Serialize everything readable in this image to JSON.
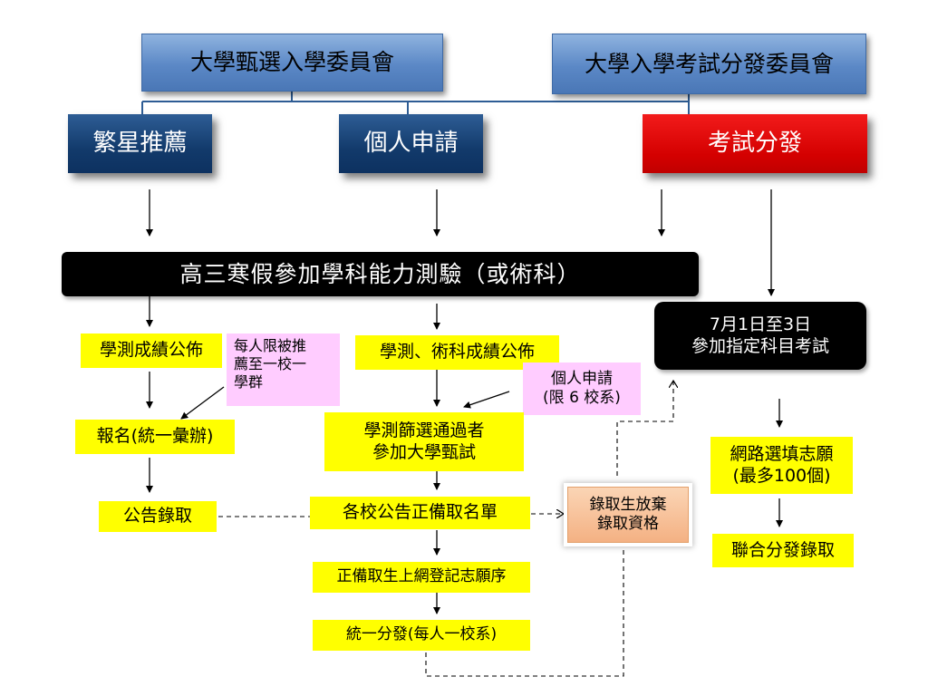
{
  "committees": {
    "selection": "大學甄選入學委員會",
    "exam_distribution": "大學入學考試分發委員會"
  },
  "routes": {
    "star": "繁星推薦",
    "personal": "個人申請",
    "exam": "考試分發"
  },
  "gsat_exam": "高三寒假參加學科能力測驗（或術科）",
  "star_flow": {
    "score_announce": "學測成績公佈",
    "note": "每人限被推\n薦至一校一\n學群",
    "register": "報名(統一彙辦)",
    "admission": "公告錄取"
  },
  "personal_flow": {
    "score_announce": "學測、術科成績公佈",
    "note": "個人申請\n(限 6 校系)",
    "screening": "學測篩選通過者\n參加大學甄試",
    "list_announce": "各校公告正備取名單",
    "register_order": "正備取生上網登記志願序",
    "distribution": "統一分發(每人一校系)"
  },
  "give_up": "錄取生放棄\n錄取資格",
  "exam_flow": {
    "designated_exam": "7月1日至3日\n參加指定科目考試",
    "online_choice": "網路選填志願\n(最多100個)",
    "joint_admission": "聯合分發錄取"
  },
  "colors": {
    "committee": "#5b88c6",
    "route_blue": "#123a6b",
    "route_red": "#d40000",
    "highlight_yellow": "#ffff00",
    "note_pink": "#ffccff",
    "give_up_peach": "#f4b183",
    "connector_blue": "#2e5d95"
  }
}
